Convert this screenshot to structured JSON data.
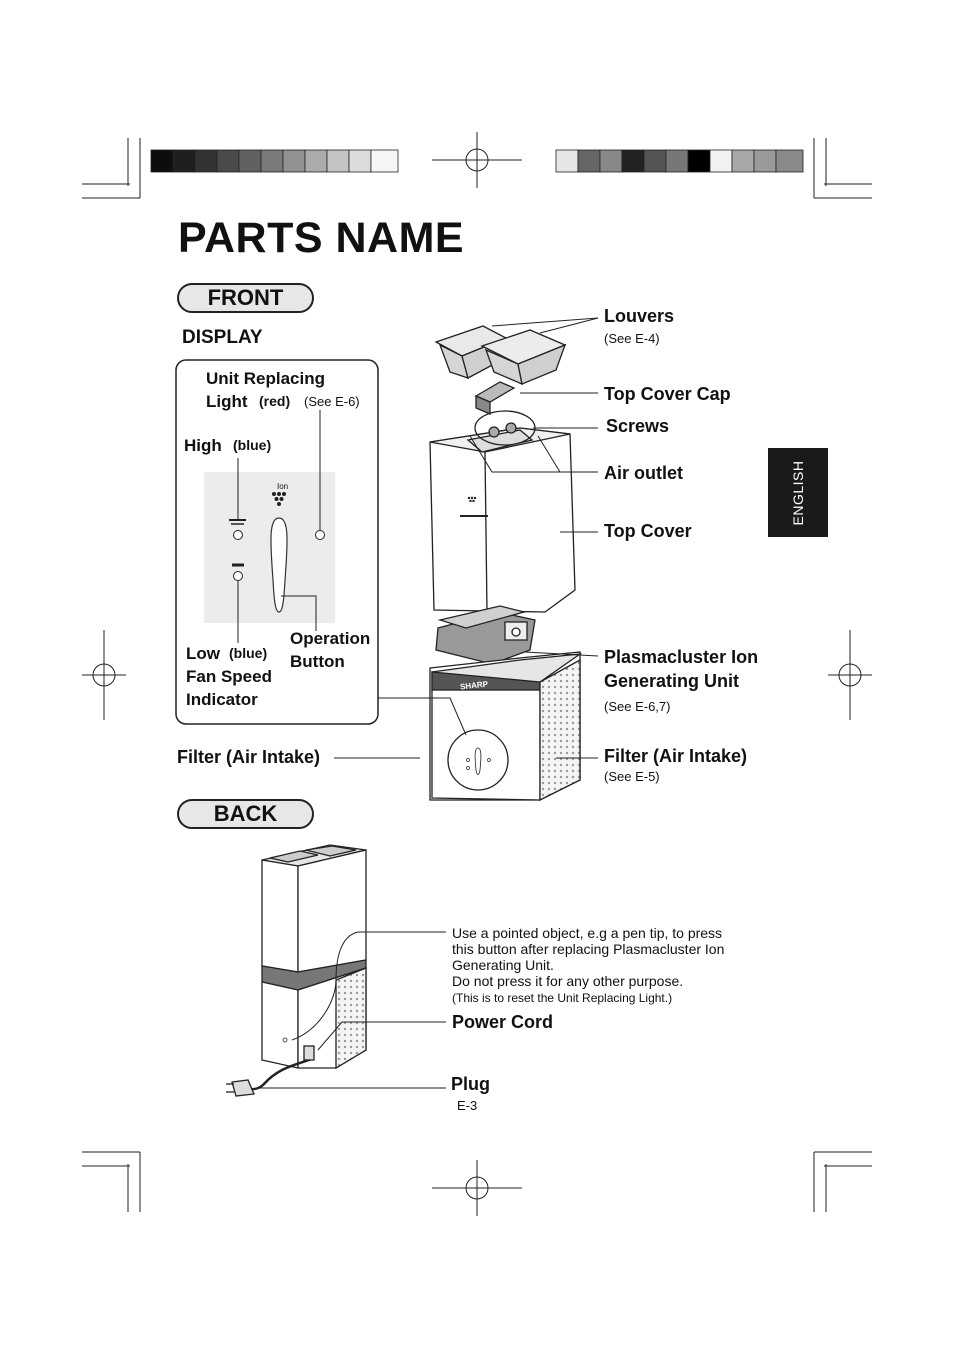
{
  "page": {
    "title": "PARTS NAME",
    "front_label": "FRONT",
    "back_label": "BACK",
    "language_tab": "ENGLISH",
    "page_number": "E-3"
  },
  "display": {
    "heading": "DISPLAY",
    "unit_replacing_line1": "Unit Replacing",
    "unit_replacing_line2": "Light",
    "unit_replacing_color": "(red)",
    "unit_replacing_ref": "(See E-6)",
    "high": "High",
    "high_color": "(blue)",
    "low": "Low",
    "low_color": "(blue)",
    "fan_speed_line1": "Fan Speed",
    "fan_speed_line2": "Indicator",
    "operation_line1": "Operation",
    "operation_line2": "Button",
    "ion_text": "Ion"
  },
  "front_parts": {
    "louvers": "Louvers",
    "louvers_ref": "(See E-4)",
    "top_cover_cap": "Top Cover Cap",
    "screws": "Screws",
    "air_outlet": "Air outlet",
    "top_cover": "Top Cover",
    "plasma_line1": "Plasmacluster Ion",
    "plasma_line2": "Generating Unit",
    "plasma_ref": "(See E-6,7)",
    "filter_right": "Filter (Air Intake)",
    "filter_right_ref": "(See E-5)",
    "filter_left": "Filter (Air Intake)",
    "brand": "SHARP"
  },
  "back_parts": {
    "note_line1": "Use a pointed object, e.g a pen tip, to press",
    "note_line2": "this button after replacing Plasmacluster Ion",
    "note_line3": "Generating Unit.",
    "note_line4": "Do not press it for any other purpose.",
    "note_line5": "(This is to reset the Unit Replacing Light.)",
    "power_cord": "Power Cord",
    "plug": "Plug"
  },
  "colors": {
    "tab_background": "#1a1a1a",
    "pill_fill": "#e7e7e7",
    "display_panel": "#ececec",
    "back_band": "#7a7a7a"
  }
}
